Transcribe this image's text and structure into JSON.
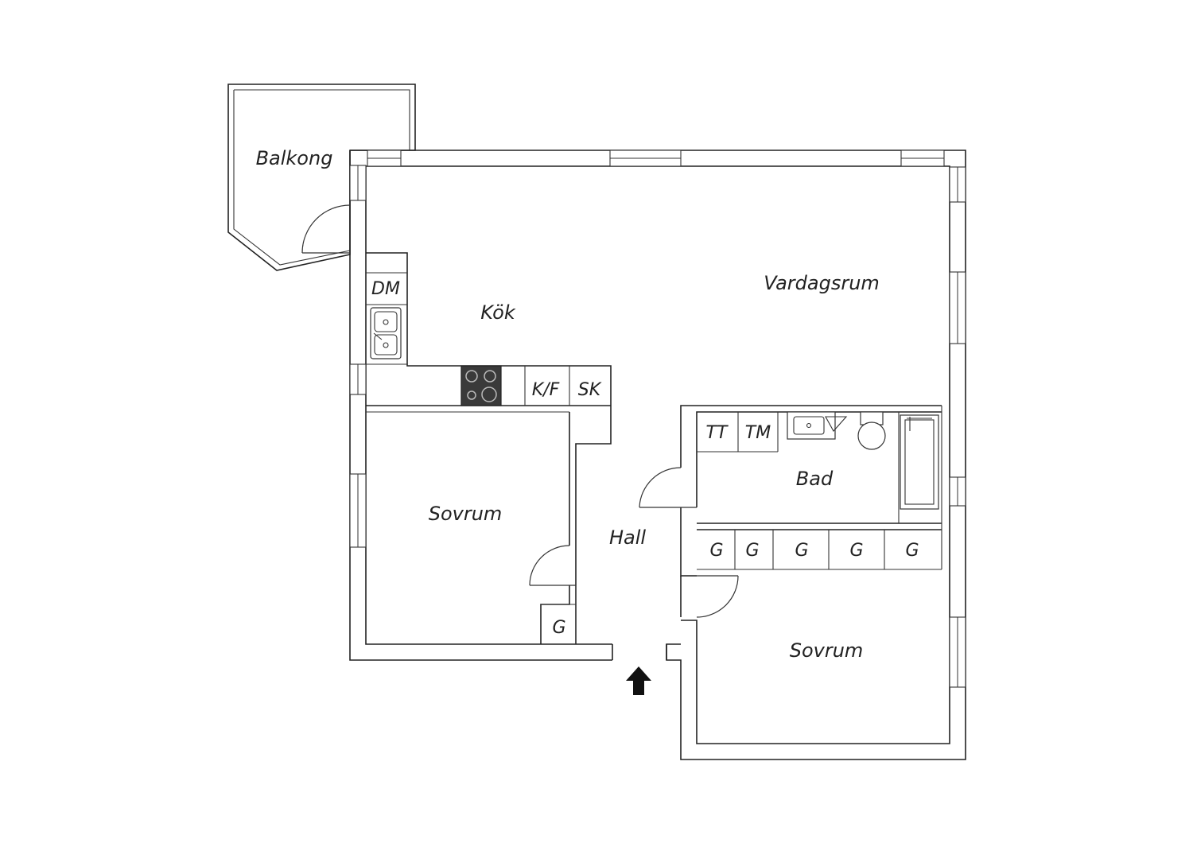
{
  "rooms": {
    "balkong": "Balkong",
    "kok": "Kök",
    "vardagsrum": "Vardagsrum",
    "sovrum_left": "Sovrum",
    "hall": "Hall",
    "bad": "Bad",
    "sovrum_right": "Sovrum"
  },
  "fixtures": {
    "dm": "DM",
    "kf": "K/F",
    "sk": "SK",
    "tt": "TT",
    "tm": "TM",
    "g": "G"
  },
  "icons": {
    "entrance": "arrow-up-icon",
    "stove": "stove-icon",
    "sink": "sink-icon",
    "toilet": "toilet-icon",
    "bathtub": "bathtub-icon"
  },
  "colors": {
    "wall": "#222222",
    "stove": "#3a3a3a",
    "background": "#ffffff"
  }
}
